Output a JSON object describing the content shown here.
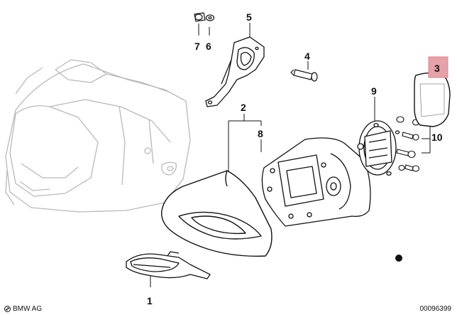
{
  "labels": {
    "p1": "1",
    "p2": "2",
    "p3": "3",
    "p4": "4",
    "p5": "5",
    "p6": "6",
    "p7": "7",
    "p8": "8",
    "p9": "9",
    "p10": "10"
  },
  "footer": {
    "brand": "BMW AG",
    "doc_number": "00096399"
  },
  "colors": {
    "line": "#111111",
    "ghost": "#b9b9b9",
    "highlight": "#e7a1a8"
  }
}
